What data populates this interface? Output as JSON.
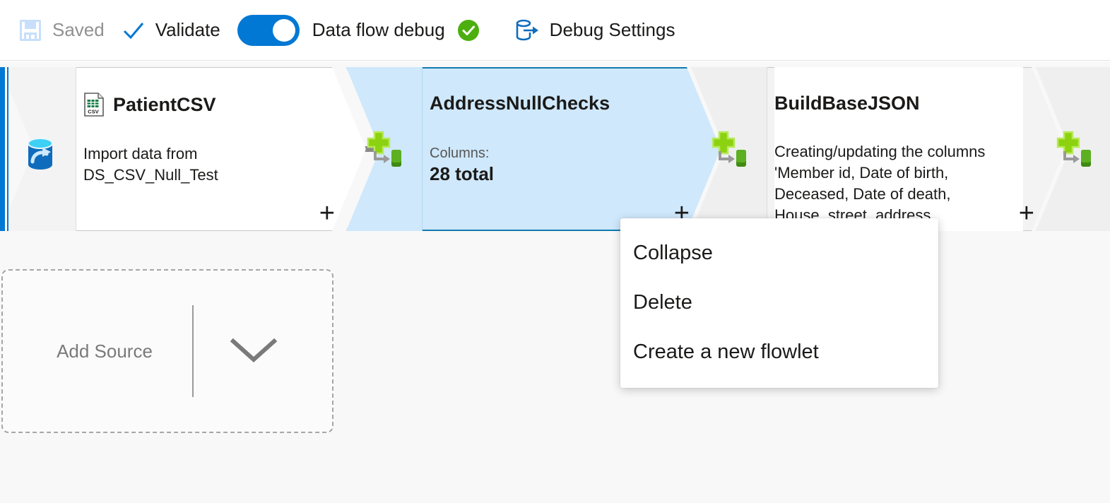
{
  "toolbar": {
    "save_icon": "save-floppy-icon",
    "save_label": "Saved",
    "validate_icon": "checkmark-icon",
    "validate_label": "Validate",
    "debug_toggle": {
      "state": "on",
      "color": "#0078d4"
    },
    "debug_label": "Data flow debug",
    "debug_status_icon": "green-check-badge-icon",
    "debug_status_color": "#4caf0f",
    "debug_settings_icon": "database-export-icon",
    "debug_settings_label": "Debug Settings"
  },
  "graph": {
    "nodes": [
      {
        "name": "PatientCSV",
        "type_icon": "csv-file-icon",
        "stream_icon": "source-database-icon",
        "description": "Import data from DS_CSV_Null_Test",
        "selected": false,
        "plus": "+"
      },
      {
        "name": "AddressNullChecks",
        "stream_icon": "derived-column-icon",
        "sub_label": "Columns:",
        "sub_value": "28 total",
        "selected": true,
        "plus": "+"
      },
      {
        "name": "BuildBaseJSON",
        "stream_icon": "derived-column-icon",
        "description": "Creating/updating the columns 'Member id, Date of birth, Deceased, Date of death, House, street, address,",
        "selected": false,
        "plus": "+"
      },
      {
        "name": "",
        "stream_icon": "derived-column-icon",
        "selected": false
      }
    ],
    "selected_border_color": "#0f7ab0",
    "selected_fill_color": "#cfe8fb"
  },
  "add_source": {
    "label": "Add Source",
    "chevron_icon": "chevron-down-icon"
  },
  "context_menu": {
    "items": [
      {
        "label": "Collapse"
      },
      {
        "label": "Delete"
      },
      {
        "label": "Create a new flowlet"
      }
    ]
  }
}
